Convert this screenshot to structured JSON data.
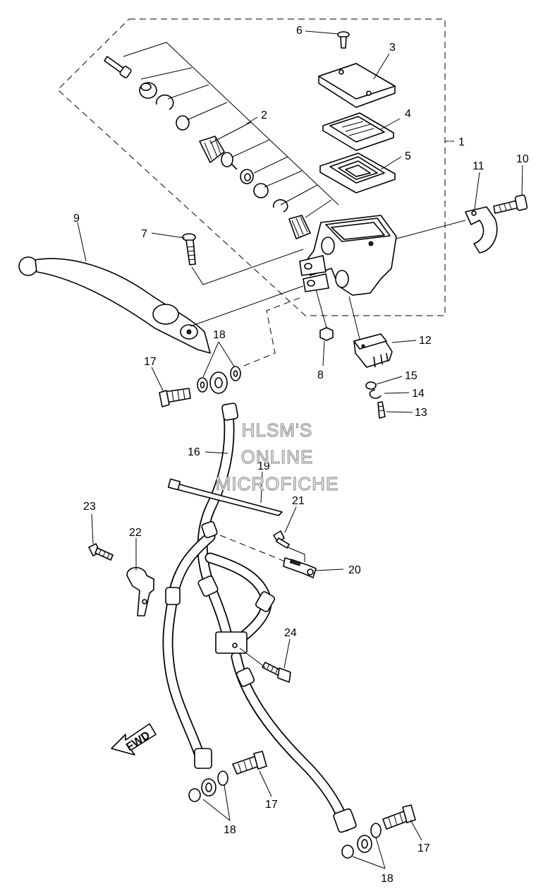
{
  "callouts": {
    "c1": "1",
    "c2": "2",
    "c3": "3",
    "c4": "4",
    "c5": "5",
    "c6": "6",
    "c7": "7",
    "c8": "8",
    "c9": "9",
    "c10": "10",
    "c11": "11",
    "c12": "12",
    "c13": "13",
    "c14": "14",
    "c15": "15",
    "c16": "16",
    "c17a": "17",
    "c17b": "17",
    "c17c": "17",
    "c18a": "18",
    "c18b": "18",
    "c18c": "18",
    "c19": "19",
    "c20": "20",
    "c21": "21",
    "c22": "22",
    "c23": "23",
    "c24": "24"
  },
  "watermark": {
    "line1": "HLSM'S",
    "line2": "ONLINE",
    "line3": "MICROFICHE"
  },
  "fwd_label": "FWD"
}
